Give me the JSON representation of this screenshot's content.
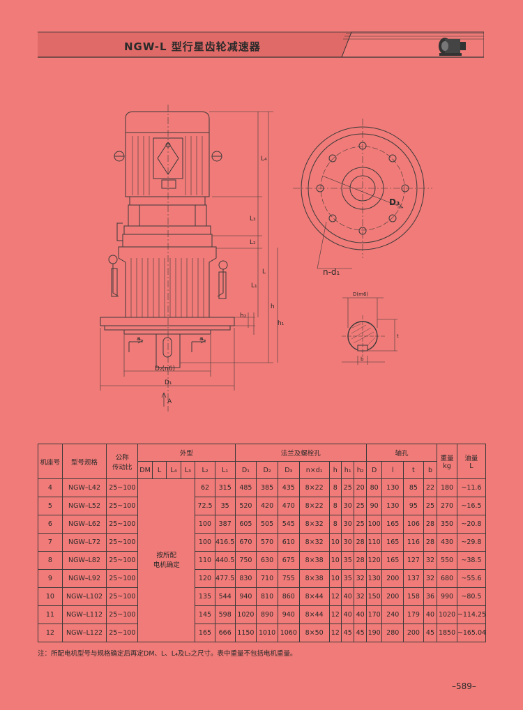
{
  "header": {
    "title": "NGW-L 型行星齿轮减速器"
  },
  "drawing": {
    "labels": {
      "L4": "L₄",
      "L3": "L₃",
      "L2": "L₂",
      "L1": "L₁",
      "L": "L",
      "h": "h",
      "h1": "h₁",
      "h2": "h₂",
      "a_left": "a",
      "a_right": "a",
      "D2n6": "D₂(n6)",
      "D1": "D₁",
      "A": "A",
      "D3": "D₃",
      "nd1": "n-d₁",
      "Dm6": "D(m6)",
      "t": "t",
      "b": "b"
    }
  },
  "table": {
    "headers": {
      "base": "机座号",
      "model": "型号规格",
      "ratio_l1": "公称",
      "ratio_l2": "传动比",
      "shape": "外型",
      "flange": "法兰及螺栓孔",
      "shaft": "轴孔",
      "weight_l1": "重量",
      "weight_l2": "kg",
      "oil_l1": "油量",
      "oil_l2": "L",
      "sub": [
        "DM",
        "L",
        "L₄",
        "L₃",
        "L₂",
        "L₁",
        "D₁",
        "D₂",
        "D₃",
        "n×d₁",
        "h",
        "h₁",
        "h₂",
        "D",
        "l",
        "t",
        "b"
      ]
    },
    "merged_note_l1": "按所配",
    "merged_note_l2": "电机确定",
    "rows": [
      {
        "base": "4",
        "model": "NGW–L42",
        "ratio": "25~100",
        "L2": "62",
        "L1": "315",
        "D1": "485",
        "D2": "385",
        "D3": "435",
        "nd1": "8×22",
        "h": "8",
        "h1": "25",
        "h2": "20",
        "D": "80",
        "l": "130",
        "t": "85",
        "b": "22",
        "kg": "180",
        "oil": "~11.6"
      },
      {
        "base": "5",
        "model": "NGW–L52",
        "ratio": "25~100",
        "L2": "72.5",
        "L1": "35",
        "D1": "520",
        "D2": "420",
        "D3": "470",
        "nd1": "8×22",
        "h": "8",
        "h1": "30",
        "h2": "25",
        "D": "90",
        "l": "130",
        "t": "95",
        "b": "25",
        "kg": "270",
        "oil": "~16.5"
      },
      {
        "base": "6",
        "model": "NGW–L62",
        "ratio": "25~100",
        "L2": "100",
        "L1": "387",
        "D1": "605",
        "D2": "505",
        "D3": "545",
        "nd1": "8×32",
        "h": "8",
        "h1": "30",
        "h2": "25",
        "D": "100",
        "l": "165",
        "t": "106",
        "b": "28",
        "kg": "350",
        "oil": "~20.8"
      },
      {
        "base": "7",
        "model": "NGW–L72",
        "ratio": "25~100",
        "L2": "100",
        "L1": "416.5",
        "D1": "670",
        "D2": "570",
        "D3": "610",
        "nd1": "8×32",
        "h": "10",
        "h1": "30",
        "h2": "28",
        "D": "110",
        "l": "165",
        "t": "116",
        "b": "28",
        "kg": "430",
        "oil": "~29.8"
      },
      {
        "base": "8",
        "model": "NGW–L82",
        "ratio": "25~100",
        "L2": "110",
        "L1": "440.5",
        "D1": "750",
        "D2": "630",
        "D3": "675",
        "nd1": "8×38",
        "h": "10",
        "h1": "35",
        "h2": "28",
        "D": "120",
        "l": "165",
        "t": "127",
        "b": "32",
        "kg": "550",
        "oil": "~38.5"
      },
      {
        "base": "9",
        "model": "NGW–L92",
        "ratio": "25~100",
        "L2": "120",
        "L1": "477.5",
        "D1": "830",
        "D2": "710",
        "D3": "755",
        "nd1": "8×38",
        "h": "10",
        "h1": "35",
        "h2": "32",
        "D": "130",
        "l": "200",
        "t": "137",
        "b": "32",
        "kg": "680",
        "oil": "~55.6"
      },
      {
        "base": "10",
        "model": "NGW–L102",
        "ratio": "25~100",
        "L2": "135",
        "L1": "544",
        "D1": "940",
        "D2": "810",
        "D3": "860",
        "nd1": "8×44",
        "h": "12",
        "h1": "40",
        "h2": "32",
        "D": "150",
        "l": "200",
        "t": "158",
        "b": "36",
        "kg": "990",
        "oil": "~80.5"
      },
      {
        "base": "11",
        "model": "NGW–L112",
        "ratio": "25~100",
        "L2": "145",
        "L1": "598",
        "D1": "1020",
        "D2": "890",
        "D3": "940",
        "nd1": "8×44",
        "h": "12",
        "h1": "40",
        "h2": "40",
        "D": "170",
        "l": "240",
        "t": "179",
        "b": "40",
        "kg": "1020",
        "oil": "~114.25"
      },
      {
        "base": "12",
        "model": "NGW–L122",
        "ratio": "25~100",
        "L2": "165",
        "L1": "666",
        "D1": "1150",
        "D2": "1010",
        "D3": "1060",
        "nd1": "8×50",
        "h": "12",
        "h1": "45",
        "h2": "45",
        "D": "190",
        "l": "280",
        "t": "200",
        "b": "45",
        "kg": "1850",
        "oil": "~165.04"
      }
    ]
  },
  "note": "注：所配电机型号与规格确定后再定DM、L、L₄及L₃之尺寸。表中重量不包括电机重量。",
  "page_number": "–589–"
}
